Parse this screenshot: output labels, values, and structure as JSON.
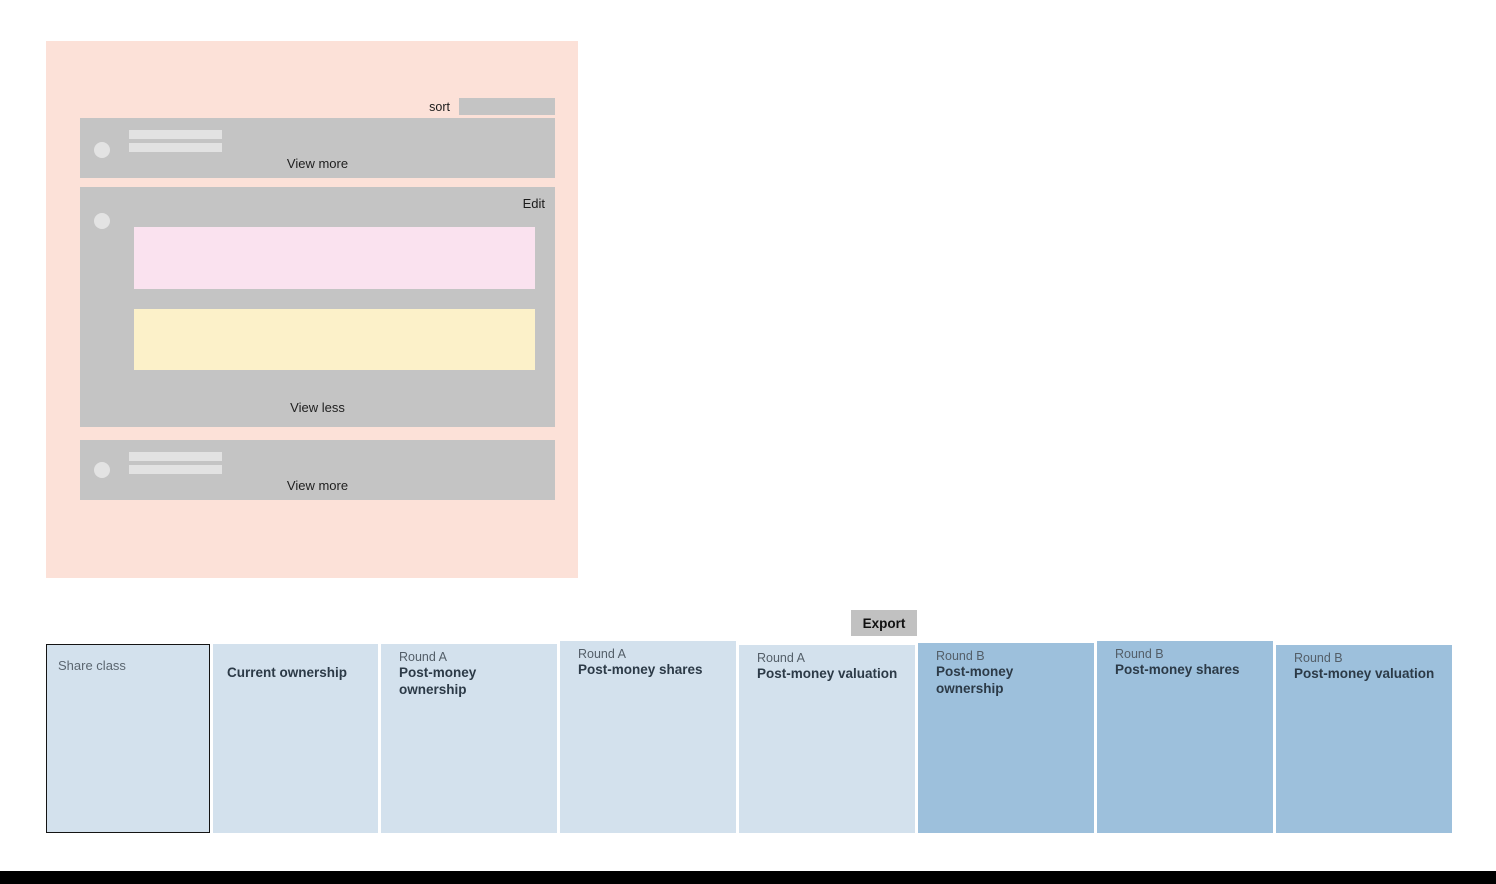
{
  "panel": {
    "sort_label": "sort",
    "cards": [
      {
        "action": "View more"
      },
      {
        "edit_label": "Edit",
        "action": "View less"
      },
      {
        "action": "View more"
      }
    ]
  },
  "export_label": "Export",
  "table": {
    "columns": [
      {
        "eyebrow": "",
        "title": "Share class"
      },
      {
        "eyebrow": "",
        "title": "Current ownership"
      },
      {
        "eyebrow": "Round A",
        "title": "Post-money ownership"
      },
      {
        "eyebrow": "Round A",
        "title": "Post-money shares"
      },
      {
        "eyebrow": "Round A",
        "title": "Post-money valuation"
      },
      {
        "eyebrow": "Round B",
        "title": "Post-money ownership"
      },
      {
        "eyebrow": "Round B",
        "title": "Post-money shares"
      },
      {
        "eyebrow": "Round B",
        "title": "Post-money valuation"
      }
    ]
  },
  "colors": {
    "panel_bg": "#fce1d8",
    "card_bg": "#c4c4c4",
    "placeholder_gray": "#e3e3e3",
    "pink_block": "#fae2ef",
    "yellow_block": "#fcf1c9",
    "column_light": "#d3e1ed",
    "column_dark": "#9dc0dc",
    "selected_border": "#141414",
    "bottom_bar": "#000000"
  }
}
